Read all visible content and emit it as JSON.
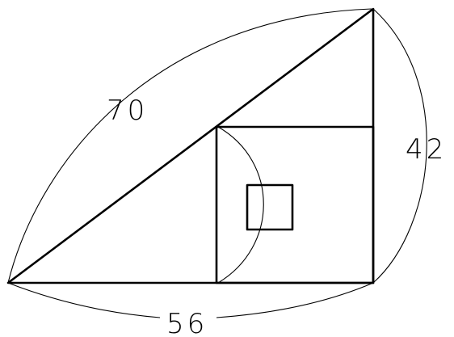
{
  "diagram": {
    "hypotenuse_label": "70",
    "vertical_side_label": "42",
    "base_label": "56"
  },
  "colors": {
    "stroke": "#000000",
    "background": "#ffffff"
  }
}
